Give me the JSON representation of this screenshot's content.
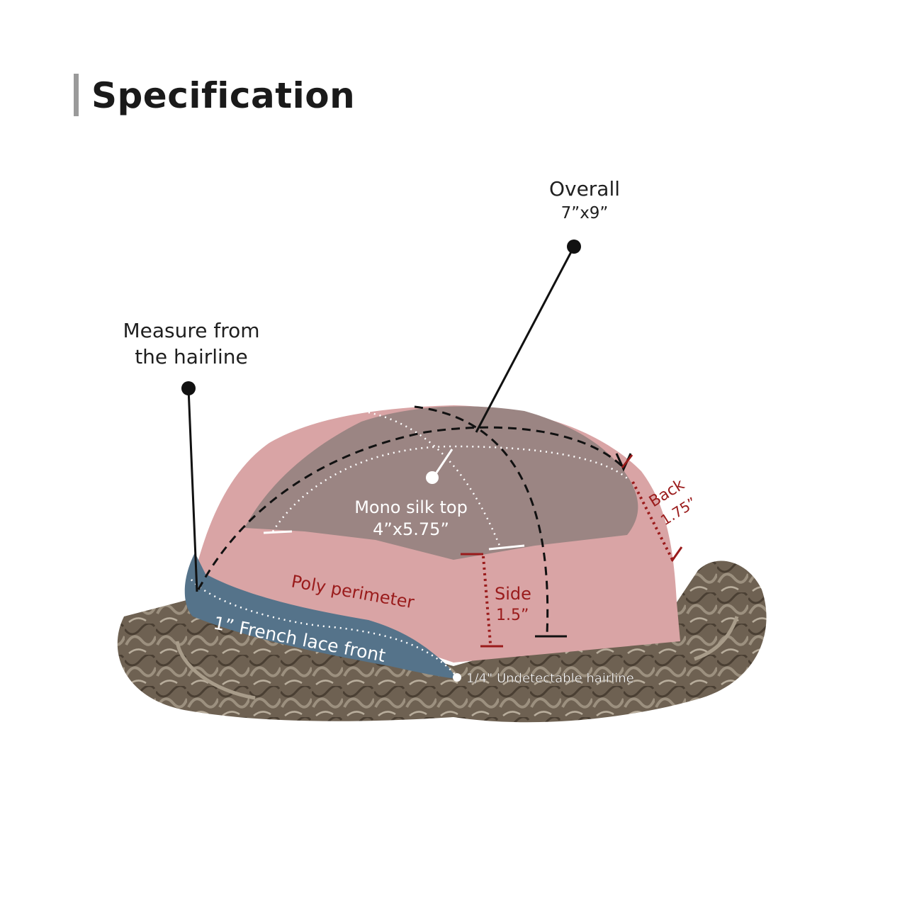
{
  "title": "Specification",
  "callouts": {
    "overall_name": "Overall",
    "overall_size": "7”x9”",
    "measure_line1": "Measure from",
    "measure_line2": "the hairline"
  },
  "zones": {
    "mono_name": "Mono silk top",
    "mono_size": "4”x5.75”",
    "poly": "Poly perimeter",
    "side_name": "Side",
    "side_size": "1.5”",
    "back_name": "Back",
    "back_size": "1.75”",
    "lace": "1” French lace front",
    "hairline": "1/4\" Undetectable hairline"
  },
  "colors": {
    "poly": "#d9a4a5",
    "mono": "#9b8583",
    "lace": "#55738a",
    "hair": "#6e6152",
    "accent_red": "#9a1b1b",
    "ink": "#111111"
  },
  "icons": {
    "pointer_dot": "filled-circle-icon"
  }
}
